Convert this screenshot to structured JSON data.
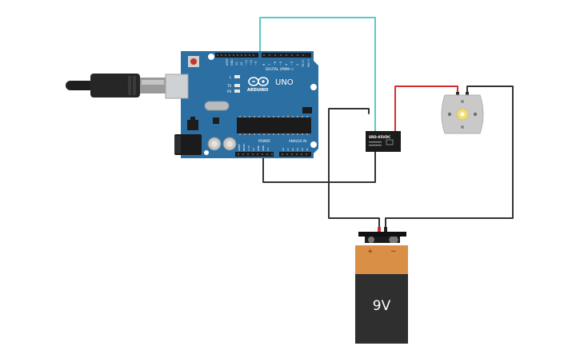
{
  "arduino": {
    "brand": "ARDUINO",
    "model": "UNO",
    "digital_header_label": "DIGITAL (PWM~)",
    "power_label": "POWER",
    "analog_label": "ANALOG IN",
    "tx_label": "TX",
    "rx_label": "RX",
    "l_label": "L",
    "aref_label": "AREF",
    "gnd_label": "GND",
    "digital_pins": [
      "13",
      "12",
      "~11",
      "~10",
      "~9",
      "8",
      "7",
      "~6",
      "~5",
      "4",
      "~3",
      "2",
      "TX→1",
      "RX←0"
    ],
    "power_pins": [
      "IOREF",
      "RESET",
      "3.3V",
      "5V",
      "GND",
      "GND",
      "Vin"
    ],
    "analog_pins": [
      "A0",
      "A1",
      "A2",
      "A3",
      "A4",
      "A5"
    ],
    "board_color": "#2b6fa3"
  },
  "relay": {
    "label": "SRD-05VDC"
  },
  "battery": {
    "label": "9V",
    "plus": "+",
    "minus": "−",
    "top_color": "#d98f45",
    "body_color": "#2f2f2f"
  },
  "wires": {
    "signal_color": "#5ec8c8",
    "positive_color": "#d32f2f",
    "ground_color": "#333333"
  }
}
